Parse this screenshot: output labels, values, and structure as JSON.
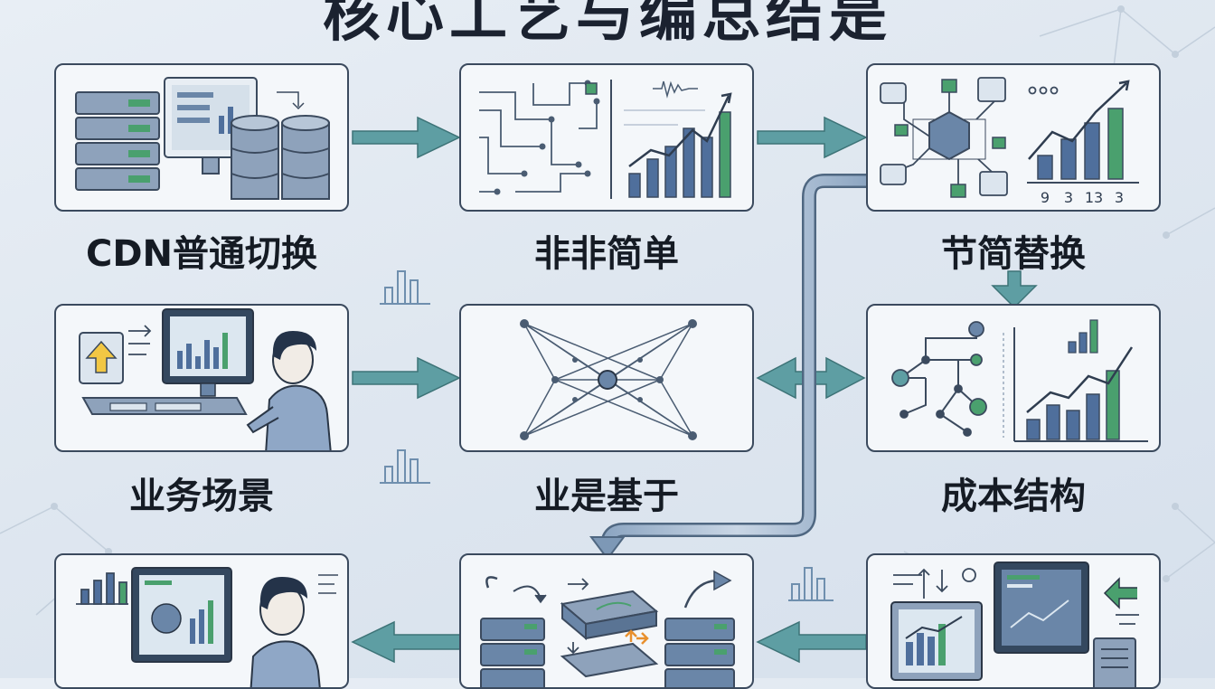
{
  "title": "核心工艺与编总结是",
  "nodes": [
    {
      "id": "cdn",
      "label": "CDN普通切换"
    },
    {
      "id": "simple",
      "label": "非非简单"
    },
    {
      "id": "replace",
      "label": "节简替换"
    },
    {
      "id": "scene",
      "label": "业务场景"
    },
    {
      "id": "base",
      "label": "业是基于"
    },
    {
      "id": "cost",
      "label": "成本结构"
    }
  ],
  "tick_labels": [
    "9",
    "3",
    "13",
    "3"
  ],
  "colors": {
    "arrow": "#5e9ea3",
    "frame": "#3b4a5e",
    "bar": "#4f6f9c",
    "accent_green": "#4aa06e",
    "accent_yellow": "#f2c744"
  }
}
